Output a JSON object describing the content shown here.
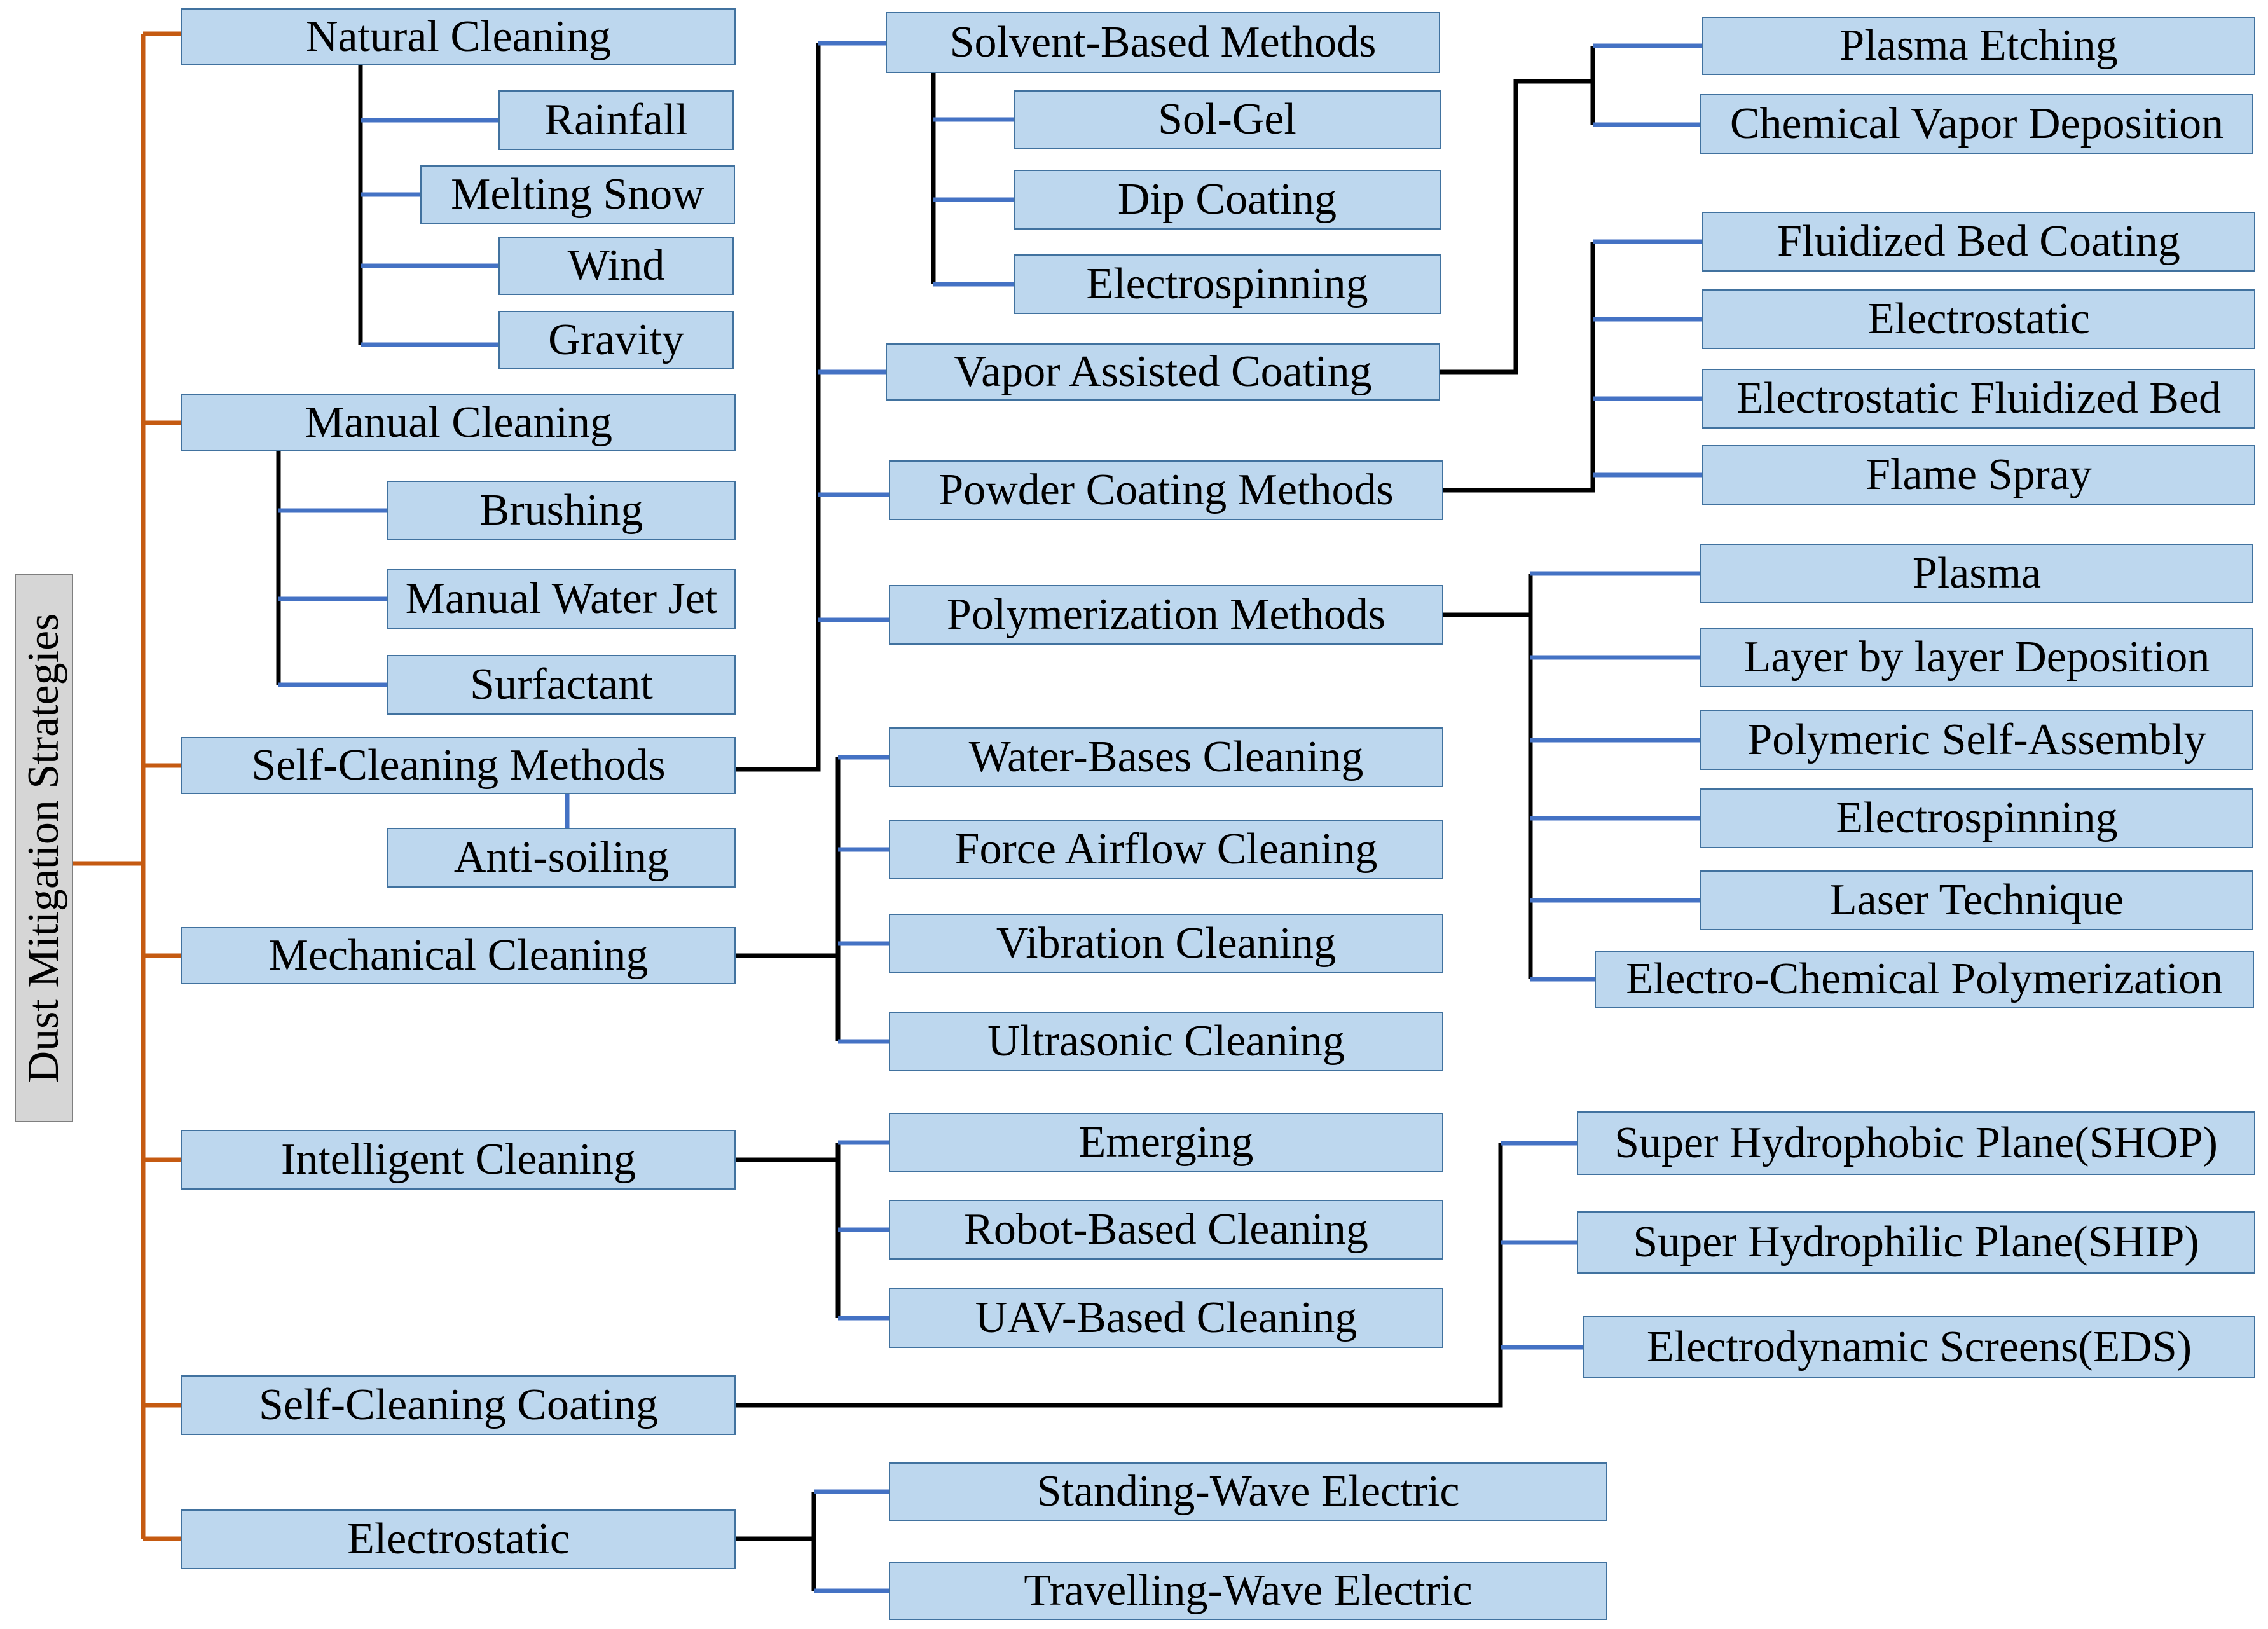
{
  "root": "Dust Mitigation Strategies",
  "colors": {
    "box_fill": "#bdd7ee",
    "box_border": "#41729f",
    "root_fill": "#d6d6d6",
    "trunk": "#c55a11",
    "leaf_connector": "#4472c4",
    "branch_connector": "#000000"
  },
  "categories": [
    {
      "label": "Natural Cleaning",
      "children": [
        {
          "label": "Rainfall"
        },
        {
          "label": "Melting Snow"
        },
        {
          "label": "Wind"
        },
        {
          "label": "Gravity"
        }
      ]
    },
    {
      "label": "Manual Cleaning",
      "children": [
        {
          "label": "Brushing"
        },
        {
          "label": "Manual Water Jet"
        },
        {
          "label": "Surfactant"
        }
      ]
    },
    {
      "label": "Self-Cleaning Methods",
      "children": [
        {
          "label": "Solvent-Based Methods",
          "children": [
            {
              "label": "Sol-Gel"
            },
            {
              "label": "Dip Coating"
            },
            {
              "label": "Electrospinning"
            }
          ]
        },
        {
          "label": "Vapor Assisted Coating",
          "children": [
            {
              "label": "Plasma Etching"
            },
            {
              "label": "Chemical Vapor Deposition"
            }
          ]
        },
        {
          "label": "Powder Coating Methods",
          "children": [
            {
              "label": "Fluidized Bed Coating"
            },
            {
              "label": "Electrostatic"
            },
            {
              "label": "Electrostatic Fluidized Bed"
            },
            {
              "label": "Flame Spray"
            }
          ]
        },
        {
          "label": "Polymerization Methods",
          "children": [
            {
              "label": "Plasma"
            },
            {
              "label": "Layer by layer Deposition"
            },
            {
              "label": "Polymeric Self-Assembly"
            },
            {
              "label": "Electrospinning"
            },
            {
              "label": "Laser Technique"
            },
            {
              "label": "Electro-Chemical Polymerization"
            }
          ]
        }
      ],
      "extra": "Anti-soiling"
    },
    {
      "label": "Mechanical Cleaning",
      "children": [
        {
          "label": "Water-Bases Cleaning"
        },
        {
          "label": "Force Airflow Cleaning"
        },
        {
          "label": "Vibration Cleaning"
        },
        {
          "label": "Ultrasonic Cleaning"
        }
      ]
    },
    {
      "label": "Intelligent Cleaning",
      "children": [
        {
          "label": "Emerging"
        },
        {
          "label": "Robot-Based Cleaning"
        },
        {
          "label": "UAV-Based Cleaning"
        }
      ]
    },
    {
      "label": "Self-Cleaning Coating",
      "children": [
        {
          "label": "Super Hydrophobic Plane(SHOP)"
        },
        {
          "label": "Super Hydrophilic Plane(SHIP)"
        },
        {
          "label": "Electrodynamic Screens(EDS)"
        }
      ]
    },
    {
      "label": "Electrostatic",
      "children": [
        {
          "label": "Standing-Wave Electric"
        },
        {
          "label": "Travelling-Wave Electric"
        }
      ]
    }
  ]
}
